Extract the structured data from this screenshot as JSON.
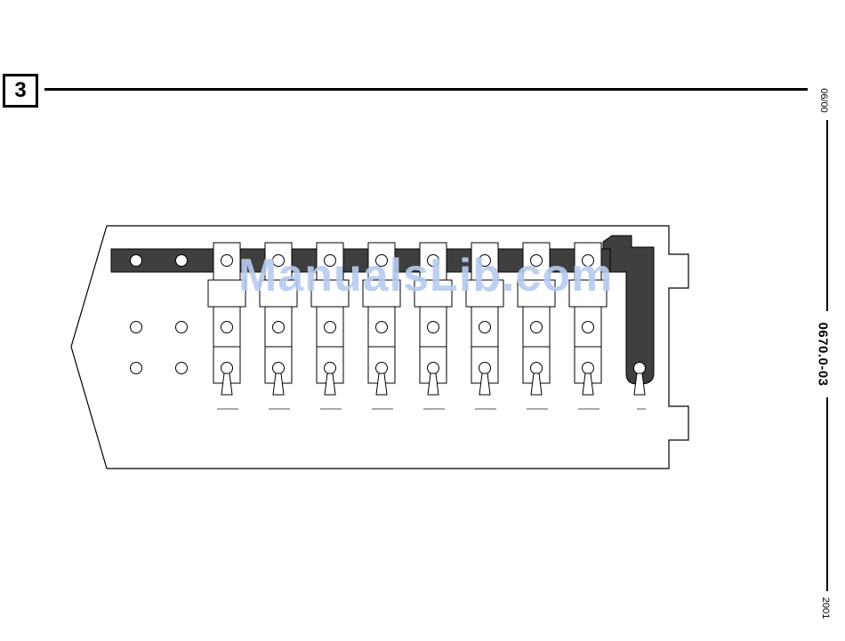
{
  "header": {
    "section_number": "3"
  },
  "side": {
    "date": "06/00",
    "doc_code": "0670.0-03",
    "year": "2001"
  },
  "watermark": {
    "text": "ManualsLib.com"
  },
  "colors": {
    "line": "#000000",
    "busbar": "#3f3f3f",
    "watermark": "#b8ccf0"
  },
  "fuse_box": {
    "fuse_slots": 8,
    "left_studs_top_row": 2,
    "left_studs_middle_row": 2,
    "left_studs_bottom_row": 2,
    "busbar_terminal_count": 1
  }
}
